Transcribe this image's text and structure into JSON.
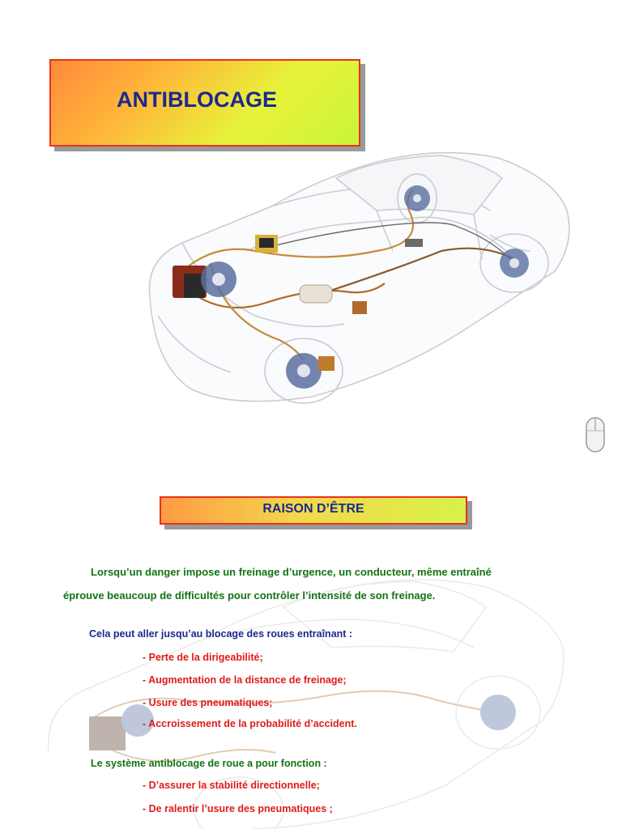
{
  "title": "ANTIBLOCAGE",
  "section_title": "RAISON D’ÊTRE",
  "intro_line1": "Lorsqu’un danger impose un freinage d’urgence, un conducteur, même entraîné",
  "intro_line2": "éprouve beaucoup de difficultés pour contrôler l’intensité  de son freinage.",
  "consequence_lead": "Cela peut aller jusqu’au blocage des roues entraînant :",
  "consequences": [
    "-  Perte de la dirigeabilité;",
    "-  Augmentation de la distance de freinage;",
    "-  Usure des pneumatiques;",
    "-  Accroissement de la probabilité d’accident."
  ],
  "function_lead": "Le système antiblocage de roue a pour fonction :",
  "functions": [
    "-  D’assurer la stabilité directionnelle;",
    "-  De ralentir l’usure des pneumatiques ;"
  ],
  "colors": {
    "title_text": "#1b2a8c",
    "banner_border": "#e8331a",
    "green_text": "#137313",
    "blue_text": "#1b2a8c",
    "red_text": "#e01b1b"
  },
  "icons": [
    "car-abs-illustration",
    "mouse-icon"
  ]
}
